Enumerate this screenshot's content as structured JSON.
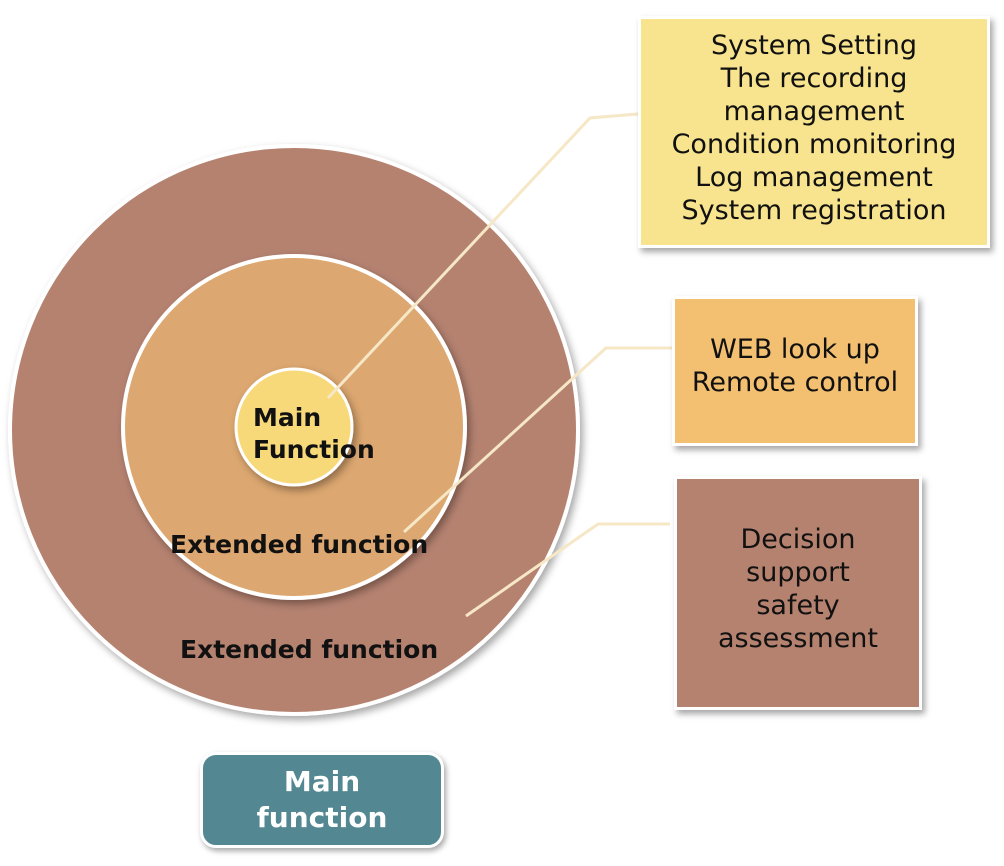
{
  "rings": {
    "core_label_lines": [
      "Main",
      "Function"
    ],
    "middle_label": "Extended function",
    "outer_label": "Extended function"
  },
  "callouts": {
    "core_items": [
      "System Setting",
      "The recording",
      "management",
      "Condition monitoring",
      "Log management",
      "System registration"
    ],
    "middle_items": [
      "WEB look up",
      "Remote control"
    ],
    "outer_items": [
      "Decision",
      "support",
      "safety",
      "assessment"
    ]
  },
  "legend": {
    "lines": [
      "Main",
      "function"
    ]
  },
  "colors": {
    "outer_ring": "#b5826f",
    "middle_ring": "#dca76f",
    "core": "#f8d97a",
    "core_callout": "#f8e48e",
    "middle_callout": "#f3c072",
    "outer_callout": "#b5826f",
    "legend": "#538791",
    "connector": "#f6e7c6"
  }
}
